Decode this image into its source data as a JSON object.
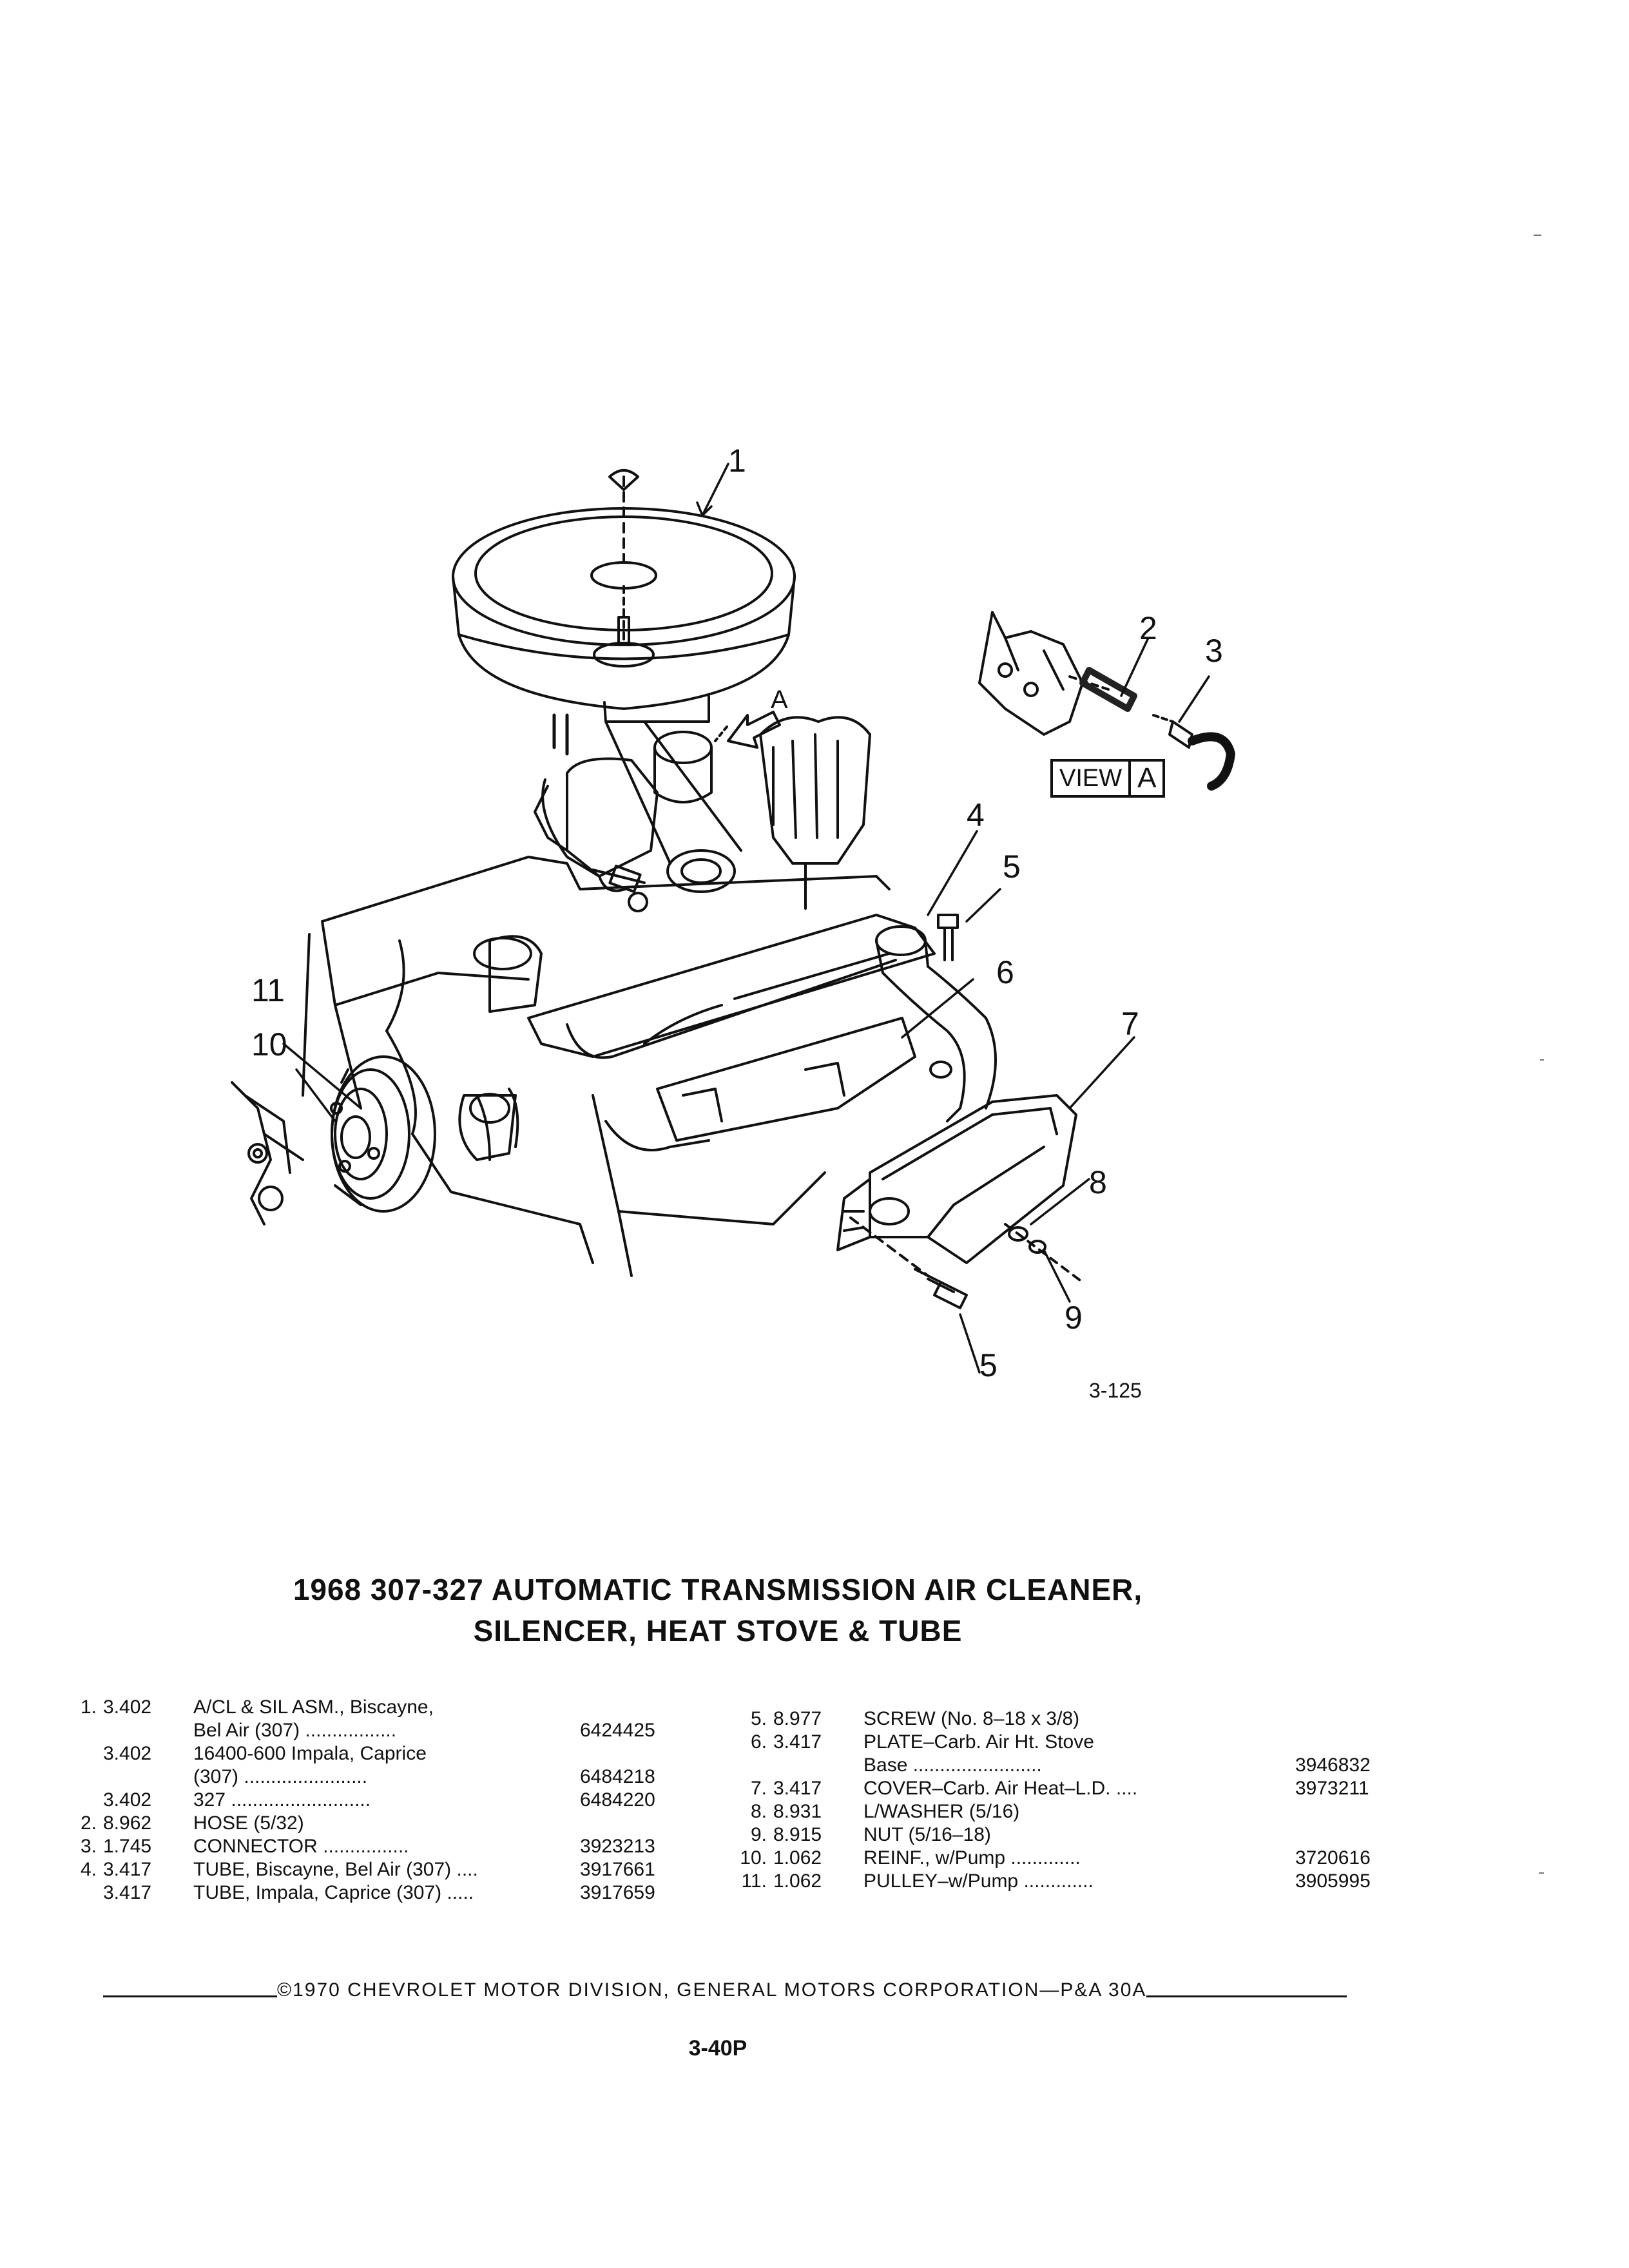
{
  "diagram": {
    "callouts": [
      "1",
      "2",
      "3",
      "4",
      "5",
      "6",
      "7",
      "8",
      "9",
      "5",
      "10",
      "11"
    ],
    "arrow_label": "A",
    "view_label": "VIEW",
    "view_letter": "A",
    "figure_number": "3-125"
  },
  "title": {
    "line1": "1968 307-327 AUTOMATIC TRANSMISSION AIR CLEANER,",
    "line2": "SILENCER, HEAT STOVE & TUBE"
  },
  "parts_left": [
    {
      "num": "1.",
      "group": "3.402",
      "desc": "A/CL & SIL ASM., Biscayne,",
      "pn": ""
    },
    {
      "num": "",
      "group": "",
      "desc": "Bel Air (307) .................",
      "pn": "6424425"
    },
    {
      "num": "",
      "group": "3.402",
      "desc": "16400-600 Impala, Caprice",
      "pn": ""
    },
    {
      "num": "",
      "group": "",
      "desc": "(307) .......................",
      "pn": "6484218"
    },
    {
      "num": "",
      "group": "3.402",
      "desc": "327 ..........................",
      "pn": "6484220"
    },
    {
      "num": "2.",
      "group": "8.962",
      "desc": "HOSE (5/32)",
      "pn": ""
    },
    {
      "num": "3.",
      "group": "1.745",
      "desc": "CONNECTOR ................",
      "pn": "3923213"
    },
    {
      "num": "4.",
      "group": "3.417",
      "desc": "TUBE, Biscayne, Bel Air (307) ....",
      "pn": "3917661"
    },
    {
      "num": "",
      "group": "3.417",
      "desc": "TUBE, Impala, Caprice (307) .....",
      "pn": "3917659"
    }
  ],
  "parts_right": [
    {
      "num": "5.",
      "group": "8.977",
      "desc": "SCREW (No. 8–18 x 3/8)",
      "pn": ""
    },
    {
      "num": "6.",
      "group": "3.417",
      "desc": "PLATE–Carb. Air Ht. Stove",
      "pn": ""
    },
    {
      "num": "",
      "group": "",
      "desc": "Base ........................",
      "pn": "3946832"
    },
    {
      "num": "7.",
      "group": "3.417",
      "desc": "COVER–Carb. Air Heat–L.D. ....",
      "pn": "3973211"
    },
    {
      "num": "8.",
      "group": "8.931",
      "desc": "L/WASHER (5/16)",
      "pn": ""
    },
    {
      "num": "9.",
      "group": "8.915",
      "desc": "NUT (5/16–18)",
      "pn": ""
    },
    {
      "num": "10.",
      "group": "1.062",
      "desc": "REINF., w/Pump .............",
      "pn": "3720616"
    },
    {
      "num": "11.",
      "group": "1.062",
      "desc": "PULLEY–w/Pump .............",
      "pn": "3905995"
    }
  ],
  "footer": "©1970 CHEVROLET MOTOR DIVISION, GENERAL MOTORS CORPORATION—P&A 30A",
  "page_number": "3-40P"
}
